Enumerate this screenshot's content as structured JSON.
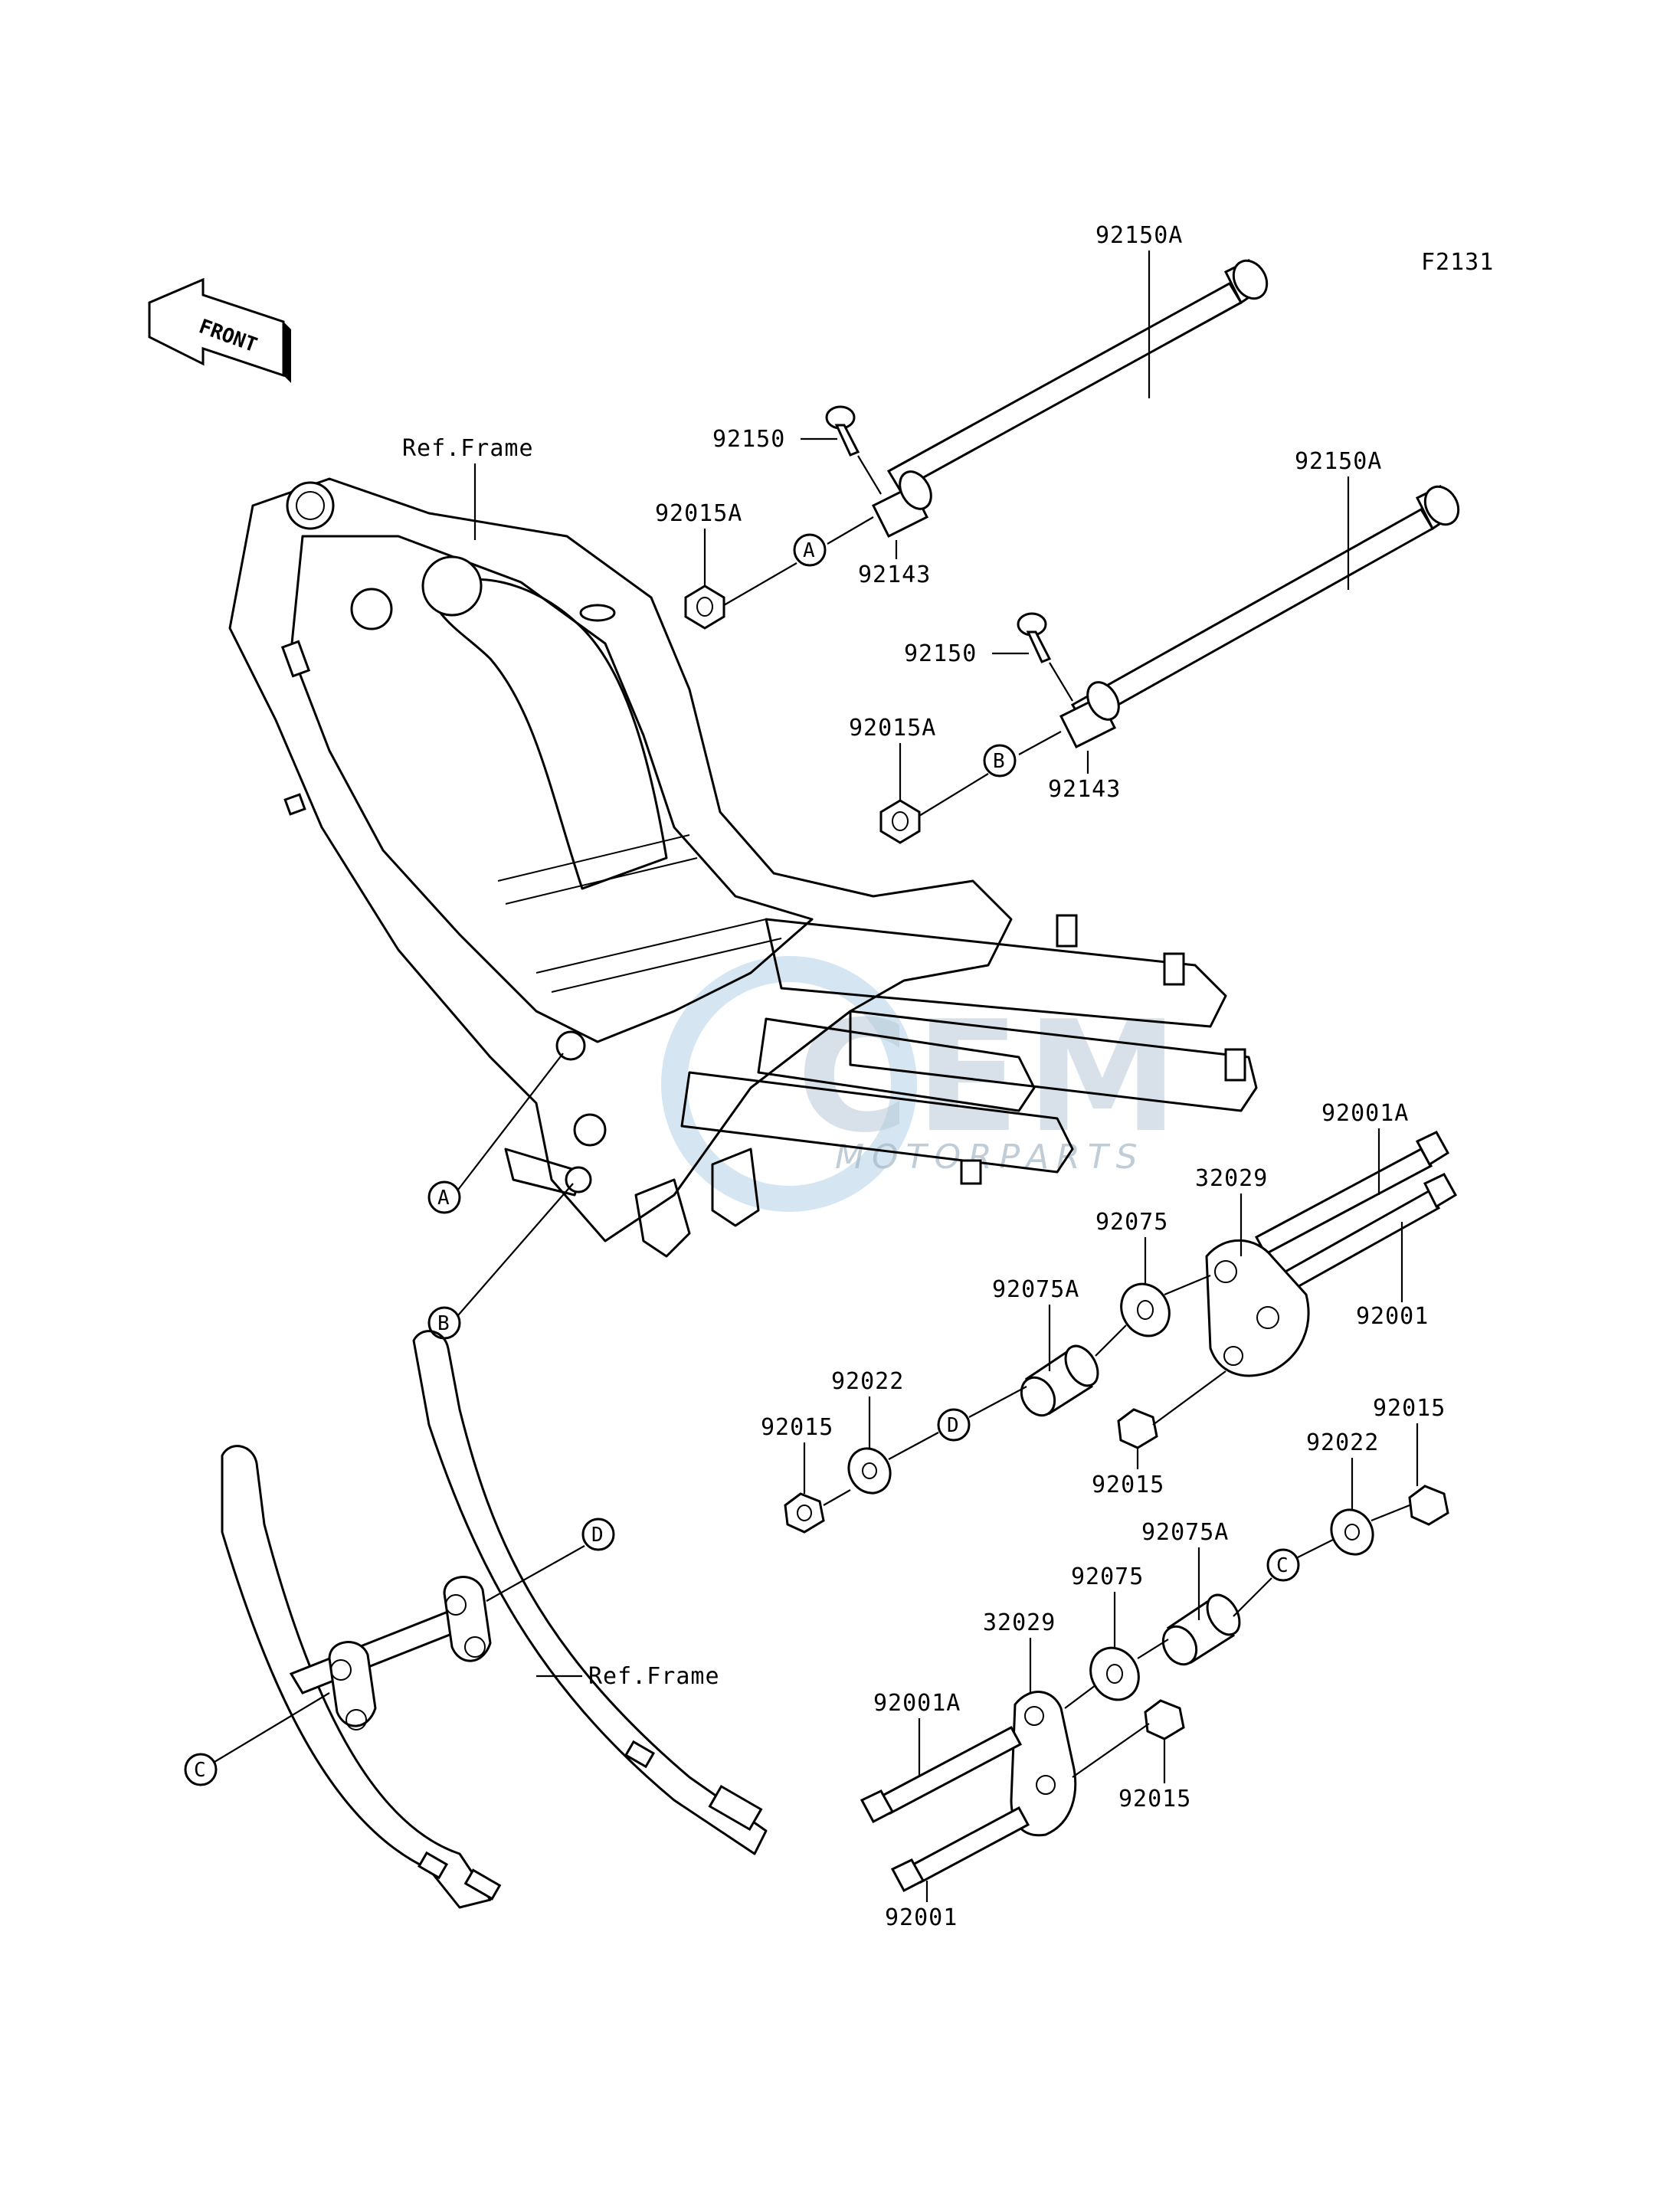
{
  "figure_code": "F2131",
  "front_arrow_text": "FRONT",
  "watermark": {
    "brand": "CEM",
    "sub": "MOTORPARTS",
    "color": "#b9cad8"
  },
  "ref_frame_label": "Ref.Frame",
  "callouts": {
    "a1": "A",
    "a2": "A",
    "b1": "B",
    "b2": "B",
    "c1": "C",
    "c2": "C",
    "d1": "D",
    "d2": "D"
  },
  "parts": {
    "p92150A_top": "92150A",
    "p92150A_mid": "92150A",
    "p92150_top": "92150",
    "p92150_mid": "92150",
    "p92015A_top": "92015A",
    "p92015A_mid": "92015A",
    "p92143_top": "92143",
    "p92143_mid": "92143",
    "p92001A_right": "92001A",
    "p32029_right": "32029",
    "p92075_right": "92075",
    "p92075A_right": "92075A",
    "p92001_right": "92001",
    "p92022_left": "92022",
    "p92015_left": "92015",
    "p92015_center": "92015",
    "p92015_far": "92015",
    "p92022_lower": "92022",
    "p92075A_lower": "92075A",
    "p92075_lower": "92075",
    "p32029_lower": "32029",
    "p92001A_lower": "92001A",
    "p92015_lower": "92015",
    "p92001_lower": "92001",
    "ref_frame_lower": "Ref.Frame"
  }
}
